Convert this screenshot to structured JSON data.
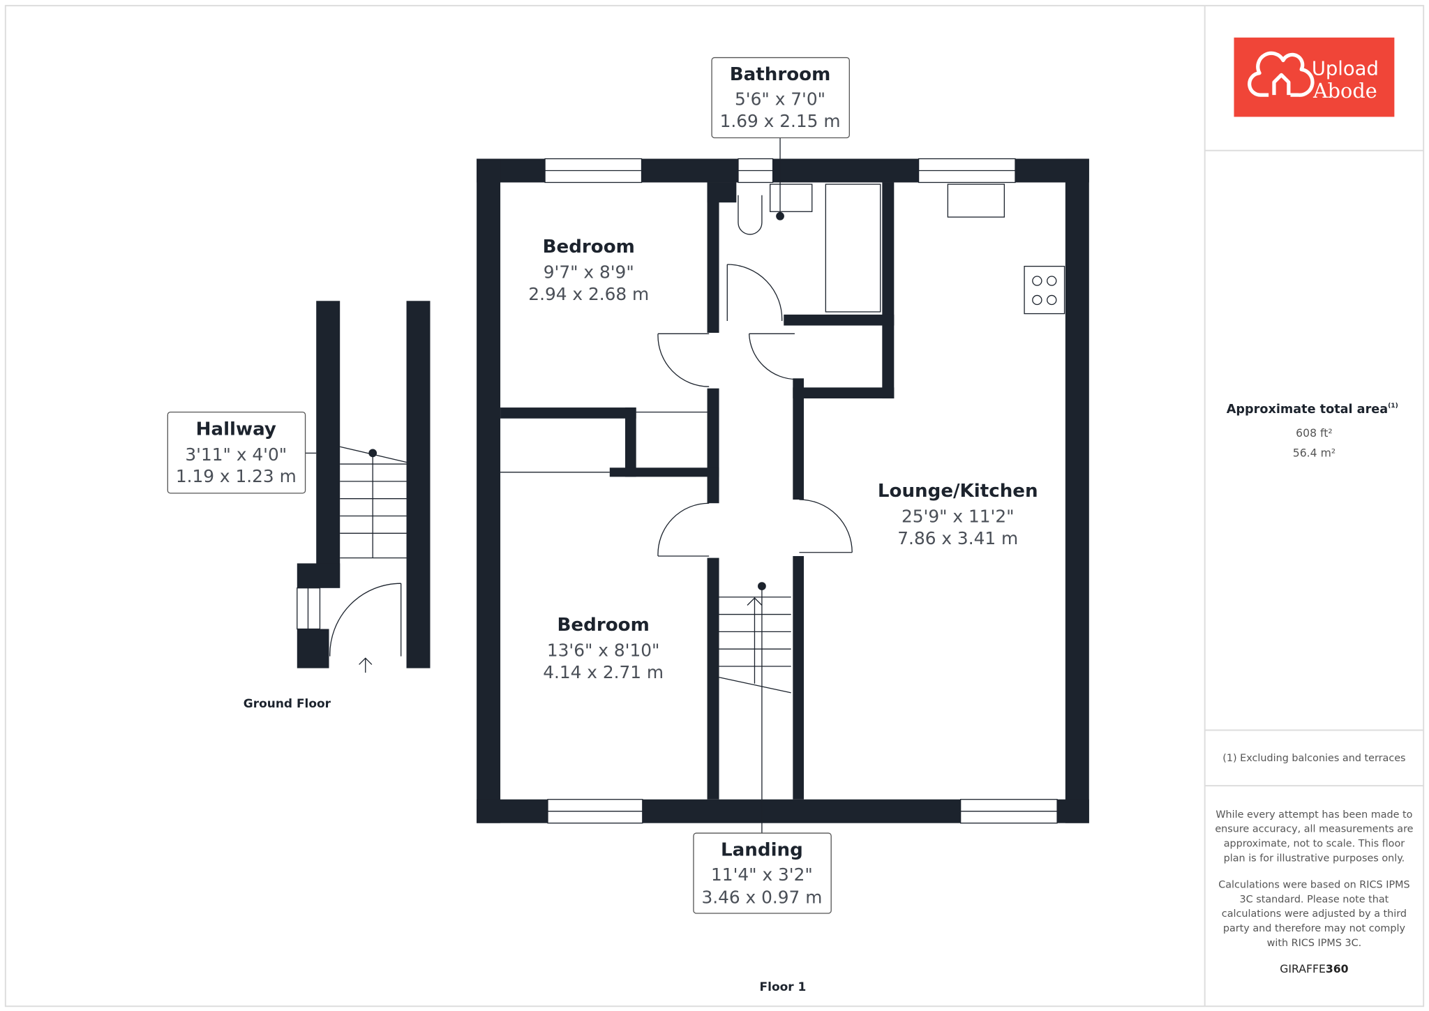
{
  "brand": {
    "line1": "Upload",
    "line2": "Abode",
    "color": "#f04538"
  },
  "rooms": {
    "bathroom": {
      "name": "Bathroom",
      "imperial": "5'6\" x 7'0\"",
      "metric": "1.69 x 2.15 m"
    },
    "bedroom1": {
      "name": "Bedroom",
      "imperial": "9'7\" x 8'9\"",
      "metric": "2.94 x 2.68 m"
    },
    "bedroom2": {
      "name": "Bedroom",
      "imperial": "13'6\" x 8'10\"",
      "metric": "4.14 x 2.71 m"
    },
    "lounge": {
      "name": "Lounge/Kitchen",
      "imperial": "25'9\" x 11'2\"",
      "metric": "7.86 x 3.41 m"
    },
    "landing": {
      "name": "Landing",
      "imperial": "11'4\" x 3'2\"",
      "metric": "3.46 x 0.97 m"
    },
    "hallway": {
      "name": "Hallway",
      "imperial": "3'11\" x 4'0\"",
      "metric": "1.19 x 1.23 m"
    }
  },
  "floors": {
    "ground": "Ground Floor",
    "first": "Floor 1"
  },
  "panel": {
    "area_title": "Approximate total area",
    "area_sup": "(1)",
    "area_ft": "608 ft²",
    "area_m": "56.4 m²",
    "footnote": "(1) Excluding balconies and terraces",
    "disclaimer": [
      "While every attempt has been made to",
      "ensure accuracy, all measurements are",
      "approximate, not to scale. This floor",
      "plan is for illustrative purposes only."
    ],
    "calc": [
      "Calculations were based on RICS IPMS",
      "3C standard. Please note that",
      "calculations were adjusted by a third",
      "party and therefore may not comply",
      "with RICS IPMS 3C."
    ],
    "credit_a": "GIRAFFE",
    "credit_b": "360"
  }
}
